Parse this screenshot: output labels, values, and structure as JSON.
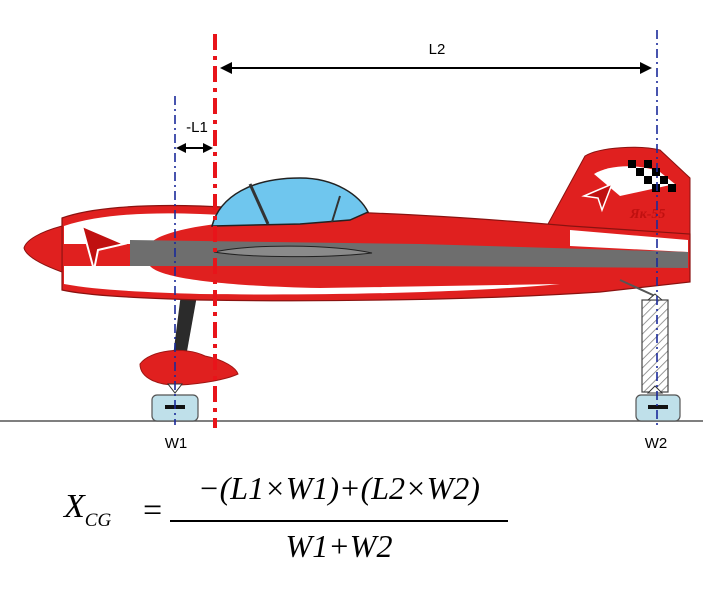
{
  "labels": {
    "l2": "L2",
    "l1": "-L1",
    "w1": "W1",
    "w2": "W2",
    "tail_logo": "Як-55"
  },
  "formula": {
    "lhs": "X",
    "lhs_sub": "CG",
    "equals": "=",
    "numerator": "−(L1×W1)+(L2×W2)",
    "denominator": "W1+W2"
  },
  "colors": {
    "fuselage_red": "#e0201f",
    "stripe_gray": "#6e6e6e",
    "canopy_blue": "#6fc6ee",
    "cg_line": "#e8141a",
    "datum_line": "#1a2a9a",
    "scale_pad": "#bfe0ea"
  }
}
